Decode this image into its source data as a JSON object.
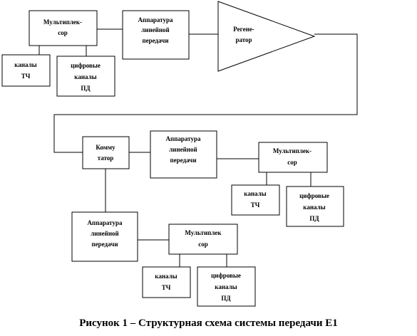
{
  "diagram": {
    "colors": {
      "line": "#000000",
      "fill": "#ffffff"
    },
    "nodes": [
      {
        "id": "mux-1",
        "shape": "rect",
        "lines": [
          "Мультиплек-",
          "сор"
        ]
      },
      {
        "id": "linear-equipment-1",
        "shape": "rect",
        "lines": [
          "Аппаратура",
          "линейной",
          "передачи"
        ]
      },
      {
        "id": "regenerator",
        "shape": "triangle",
        "lines": [
          "Регене-",
          "ратор"
        ]
      },
      {
        "id": "channels-tch-1",
        "shape": "rect",
        "lines": [
          "каналы",
          "ТЧ"
        ]
      },
      {
        "id": "digital-pd-1",
        "shape": "rect",
        "lines": [
          "цифровые",
          "каналы",
          "ПД"
        ]
      },
      {
        "id": "commutator",
        "shape": "rect",
        "lines": [
          "Комму",
          "татор"
        ]
      },
      {
        "id": "linear-equipment-2",
        "shape": "rect",
        "lines": [
          "Аппаратура",
          "линейной",
          "передачи"
        ]
      },
      {
        "id": "mux-2",
        "shape": "rect",
        "lines": [
          "Мультиплек-",
          "сор"
        ]
      },
      {
        "id": "channels-tch-2",
        "shape": "rect",
        "lines": [
          "каналы",
          "ТЧ"
        ]
      },
      {
        "id": "digital-pd-2",
        "shape": "rect",
        "lines": [
          "цифровые",
          "каналы",
          "ПД"
        ]
      },
      {
        "id": "linear-equipment-3",
        "shape": "rect",
        "lines": [
          "Аппаратура",
          "линейной",
          "передачи"
        ]
      },
      {
        "id": "mux-3",
        "shape": "rect",
        "lines": [
          "Мультиплек",
          "сор"
        ]
      },
      {
        "id": "channels-tch-3",
        "shape": "rect",
        "lines": [
          "каналы",
          "ТЧ"
        ]
      },
      {
        "id": "digital-pd-3",
        "shape": "rect",
        "lines": [
          "цифровые",
          "каналы",
          "ПД"
        ]
      }
    ],
    "edges": [
      {
        "from": "mux-1",
        "to": "linear-equipment-1"
      },
      {
        "from": "linear-equipment-1",
        "to": "regenerator"
      },
      {
        "from": "mux-1",
        "to": "channels-tch-1"
      },
      {
        "from": "mux-1",
        "to": "digital-pd-1"
      },
      {
        "from": "regenerator",
        "to": "commutator"
      },
      {
        "from": "commutator",
        "to": "linear-equipment-2"
      },
      {
        "from": "linear-equipment-2",
        "to": "mux-2"
      },
      {
        "from": "mux-2",
        "to": "channels-tch-2"
      },
      {
        "from": "mux-2",
        "to": "digital-pd-2"
      },
      {
        "from": "commutator",
        "to": "linear-equipment-3"
      },
      {
        "from": "linear-equipment-3",
        "to": "mux-3"
      },
      {
        "from": "mux-3",
        "to": "channels-tch-3"
      },
      {
        "from": "mux-3",
        "to": "digital-pd-3"
      }
    ]
  },
  "caption": "Рисунок 1 – Структурная схема системы передачи Е1"
}
